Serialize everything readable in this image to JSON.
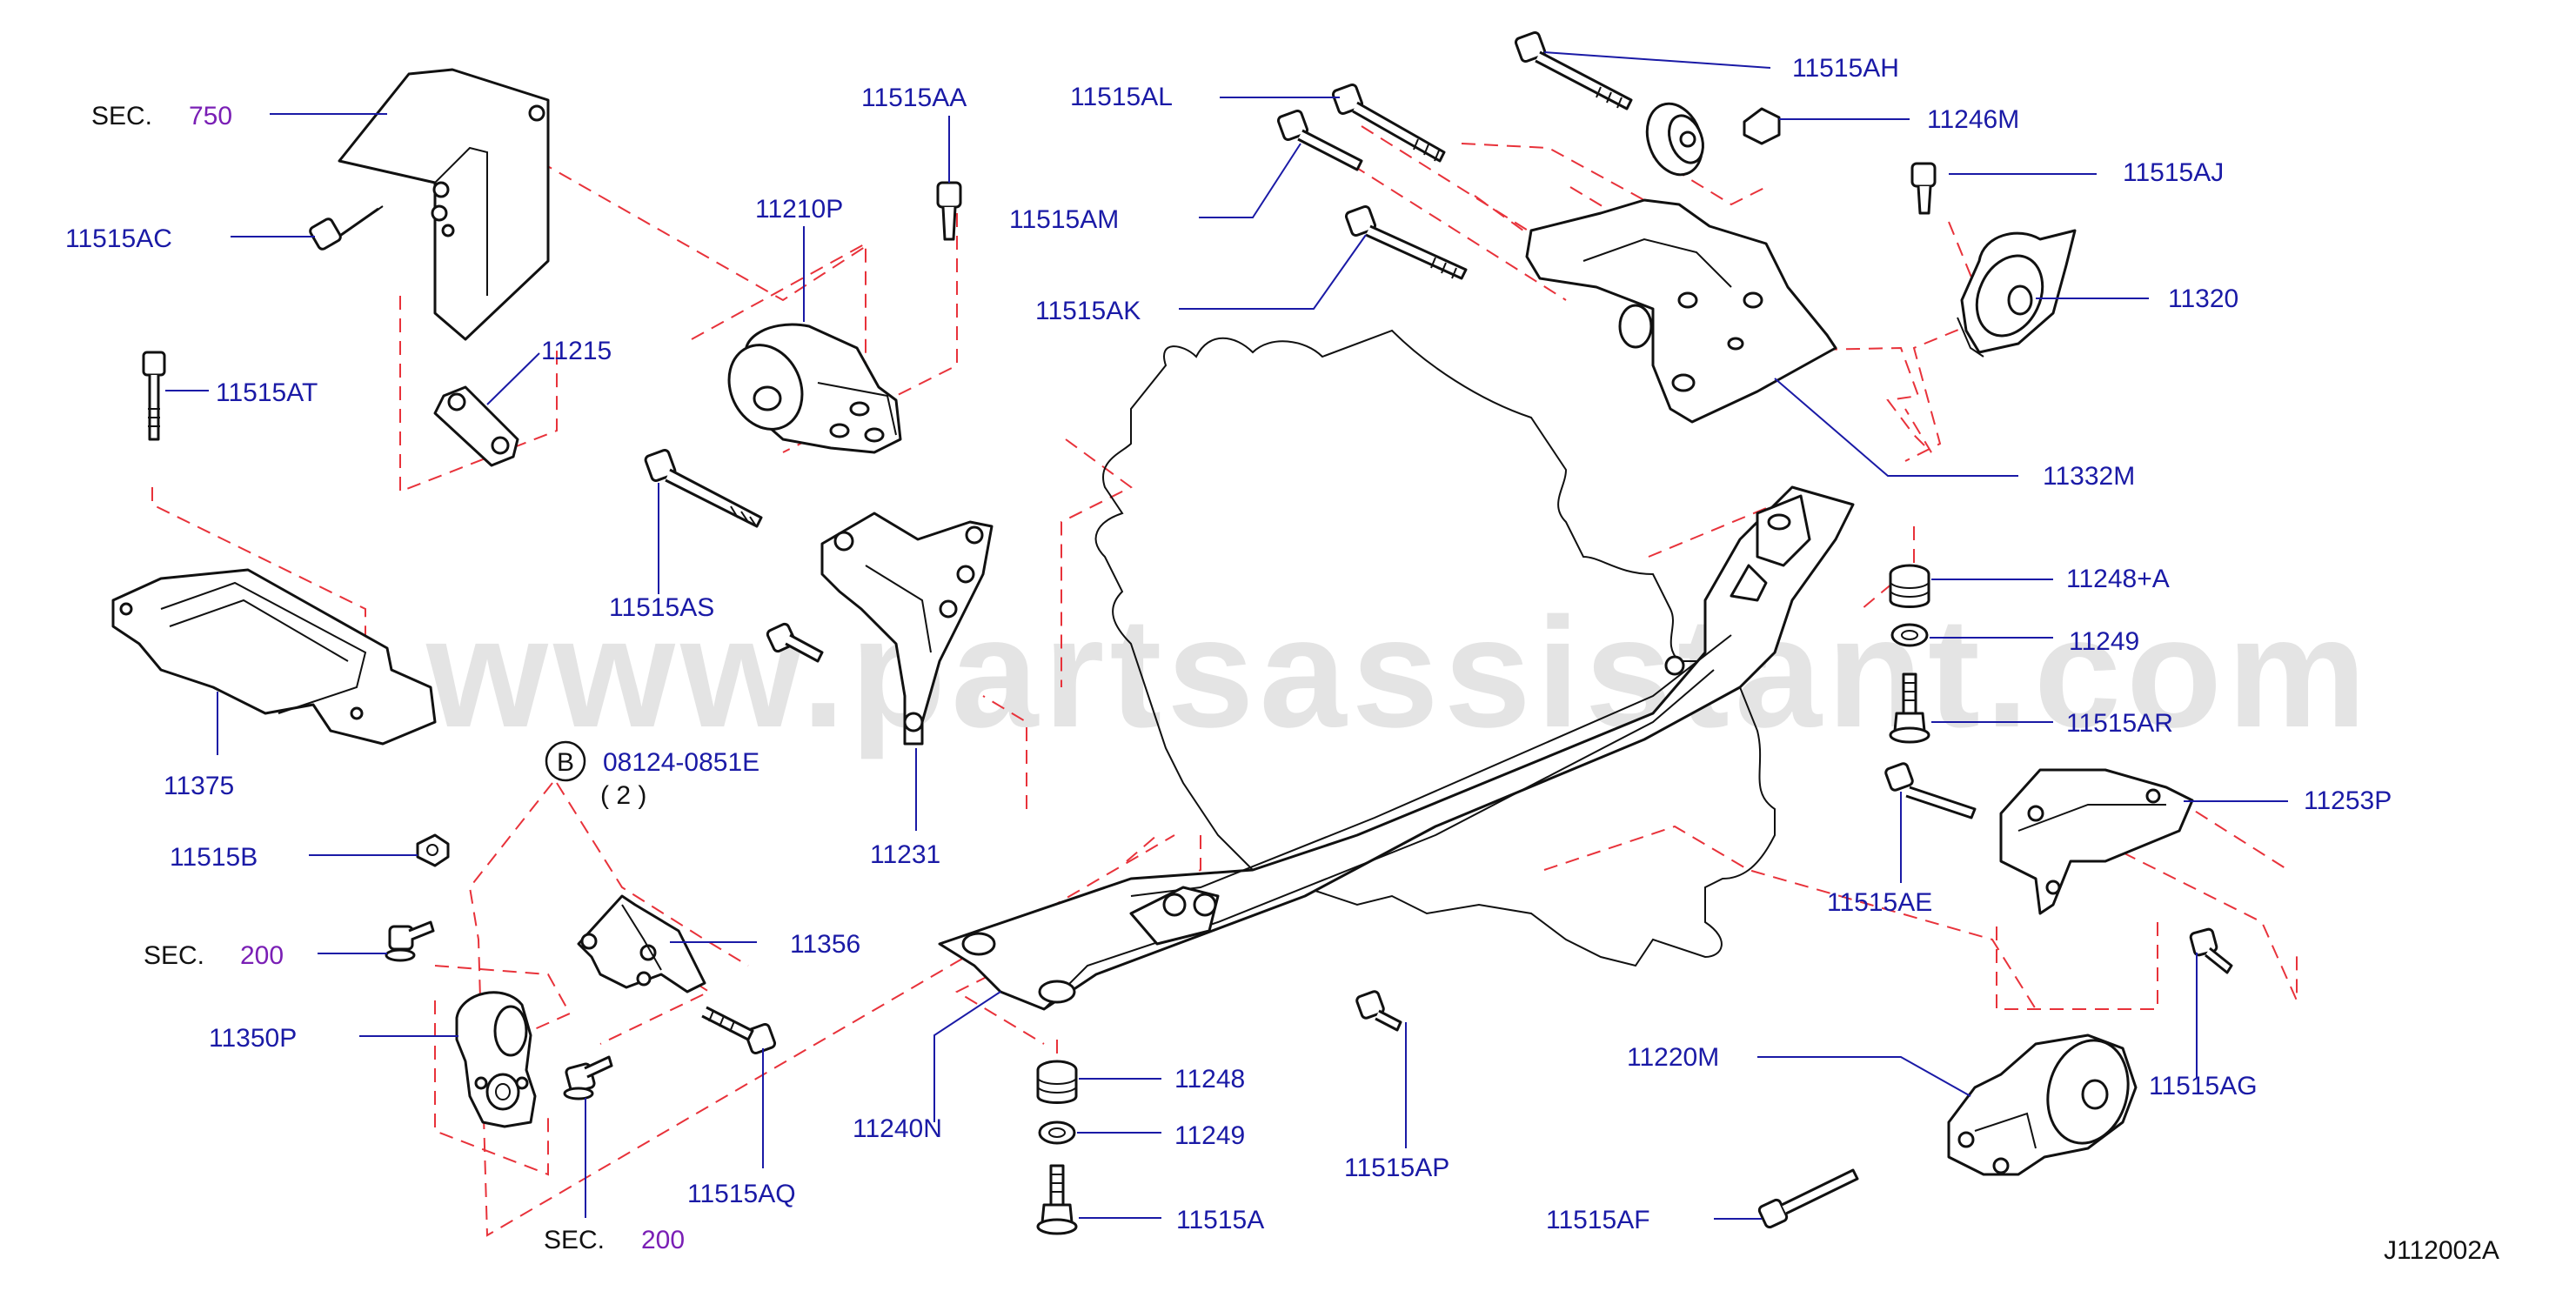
{
  "watermark": "www.partsassistant.com",
  "diagram_code": "J112002A",
  "labels": {
    "sec750_prefix": "SEC.",
    "sec750_num": "750",
    "p11515AC": "11515AC",
    "p11215": "11215",
    "p11515AT": "11515AT",
    "p11375": "11375",
    "p11515AA": "11515AA",
    "p11210P": "11210P",
    "p11515AS": "11515AS",
    "p11231": "11231",
    "p11515AL": "11515AL",
    "p11515AM": "11515AM",
    "p11515AK": "11515AK",
    "p11515AH": "11515AH",
    "p11246M": "11246M",
    "p11515AJ": "11515AJ",
    "p11320": "11320",
    "p11332M": "11332M",
    "p11248A": "11248+A",
    "p11249_r": "11249",
    "p11515AR": "11515AR",
    "p11253P": "11253P",
    "p11515AE": "11515AE",
    "p11515AG": "11515AG",
    "p11220M": "11220M",
    "p11515AF": "11515AF",
    "p11515AP": "11515AP",
    "p11248": "11248",
    "p11249_c": "11249",
    "p11515A": "11515A",
    "p11240N": "11240N",
    "circle_b": "B",
    "p08124": "08124-0851E",
    "p08124_qty": "( 2 )",
    "p11515B": "11515B",
    "sec200a_prefix": "SEC.",
    "sec200a_num": "200",
    "p11356": "11356",
    "p11350P": "11350P",
    "p11515AQ": "11515AQ",
    "sec200b_prefix": "SEC.",
    "sec200b_num": "200"
  },
  "colors": {
    "callout_text": "#1a1aa6",
    "section_ref_number": "#7a1fb5",
    "guide_lines": "#e8323a",
    "parts_outline": "#111111"
  }
}
